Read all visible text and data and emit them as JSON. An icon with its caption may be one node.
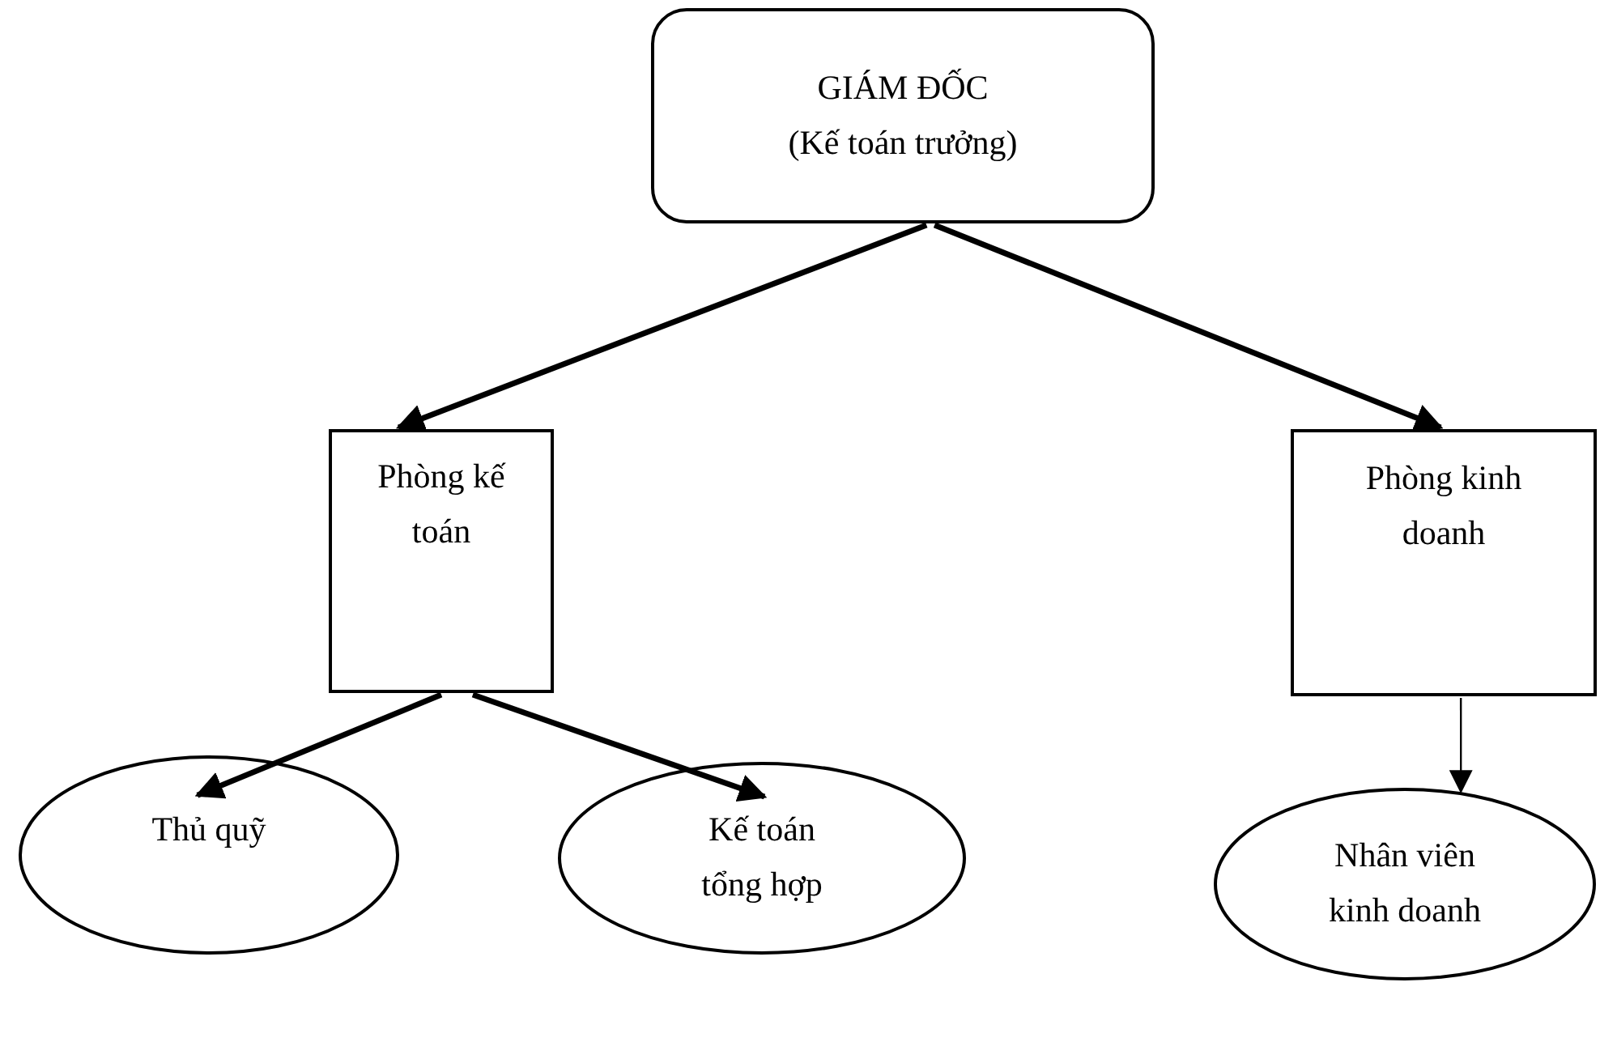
{
  "diagram": {
    "nodes": [
      {
        "text": [
          "GIÁM ĐỐC",
          "(Kế toán trưởng)"
        ]
      },
      {
        "text": [
          "Phòng kế toán"
        ]
      },
      {
        "text": [
          "Phòng kinh doanh"
        ]
      },
      {
        "text": [
          "Thủ quỹ"
        ]
      },
      {
        "text": [
          "Kế toán tổng hợp"
        ]
      },
      {
        "text": [
          "Nhân viên kinh doanh"
        ]
      }
    ],
    "edges": [
      {
        "from": 0,
        "to": 1,
        "arrow": "to"
      },
      {
        "from": 0,
        "to": 2,
        "arrow": "to"
      },
      {
        "from": 1,
        "to": 3,
        "arrow": "to"
      },
      {
        "from": 1,
        "to": 4,
        "arrow": "to"
      },
      {
        "from": 2,
        "to": 5,
        "arrow": "to"
      }
    ]
  }
}
